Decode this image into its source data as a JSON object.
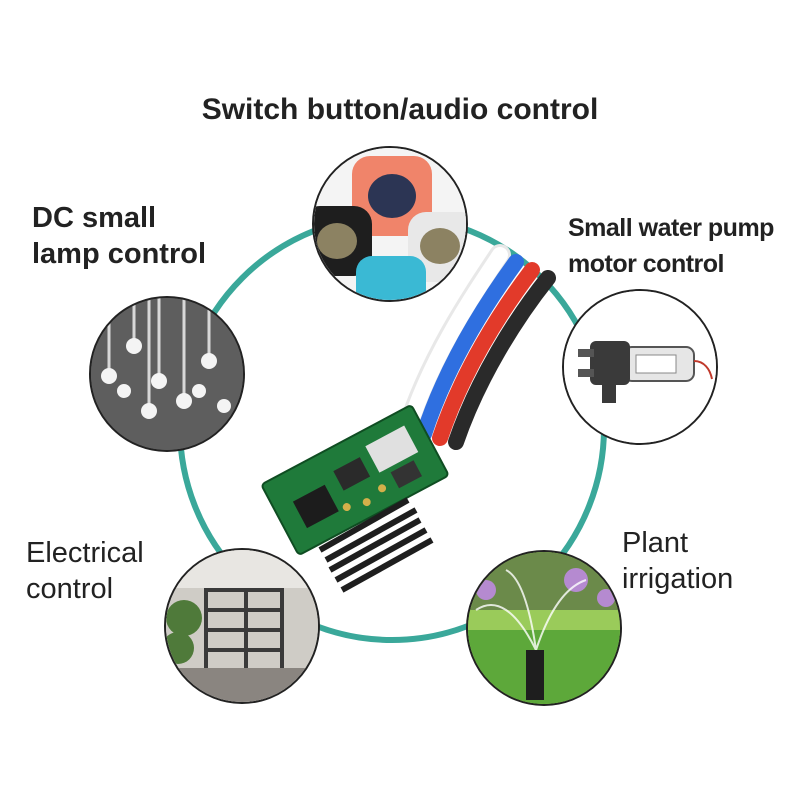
{
  "labels": {
    "top": "Switch button/audio control",
    "lamp": [
      "DC small",
      "lamp control"
    ],
    "pump": [
      "Small water pump",
      "motor control"
    ],
    "electrical": [
      "Electrical",
      "control"
    ],
    "plant": [
      "Plant",
      "irrigation"
    ]
  },
  "colors": {
    "ring": "#3aa89a",
    "background": "#ffffff",
    "text": "#222222",
    "pcb": "#1f7a3a",
    "wire_white": "#f2f2f2",
    "wire_blue": "#2f6fe0",
    "wire_red": "#e23a2a",
    "wire_black": "#2a2a2a"
  },
  "images": [
    "switch-buttons-photo",
    "lamp-photo",
    "water-pump-photo",
    "interior-photo",
    "sprinkler-photo",
    "rf-receiver-module-photo"
  ]
}
